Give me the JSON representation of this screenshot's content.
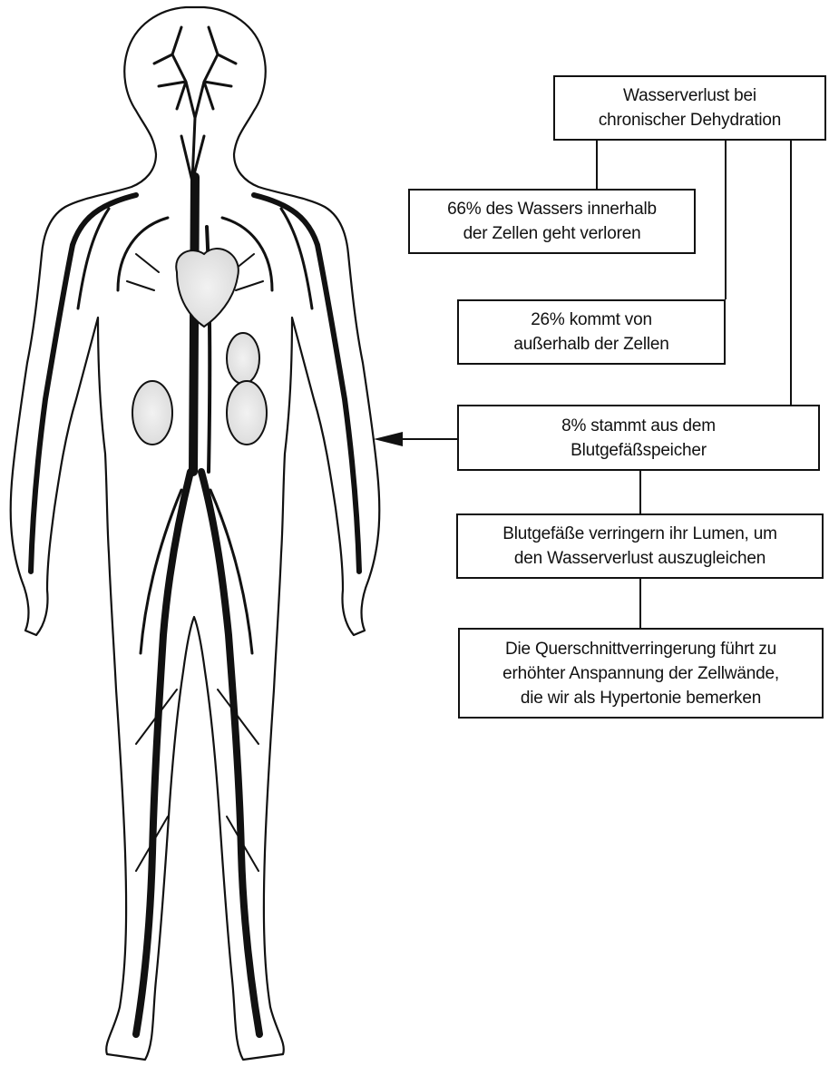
{
  "diagram": {
    "illustration": "human-circulatory-system",
    "boxes": {
      "dehydration": [
        "Wasserverlust bei",
        "chronischer Dehydration"
      ],
      "intracellular": [
        "66% des Wassers innerhalb",
        "der Zellen geht verloren"
      ],
      "extracellular": [
        "26% kommt von",
        "außerhalb der Zellen"
      ],
      "bloodstore": [
        "8% stammt aus dem",
        "Blutgefäßspeicher"
      ],
      "lumen": [
        "Blutgefäße verringern ihr Lumen, um",
        "den Wasserverlust auszugleichen"
      ],
      "hypertension": [
        "Die Querschnittverringerung führt zu",
        "erhöhter Anspannung der Zellwände,",
        "die wir als Hypertonie bemerken"
      ]
    }
  }
}
